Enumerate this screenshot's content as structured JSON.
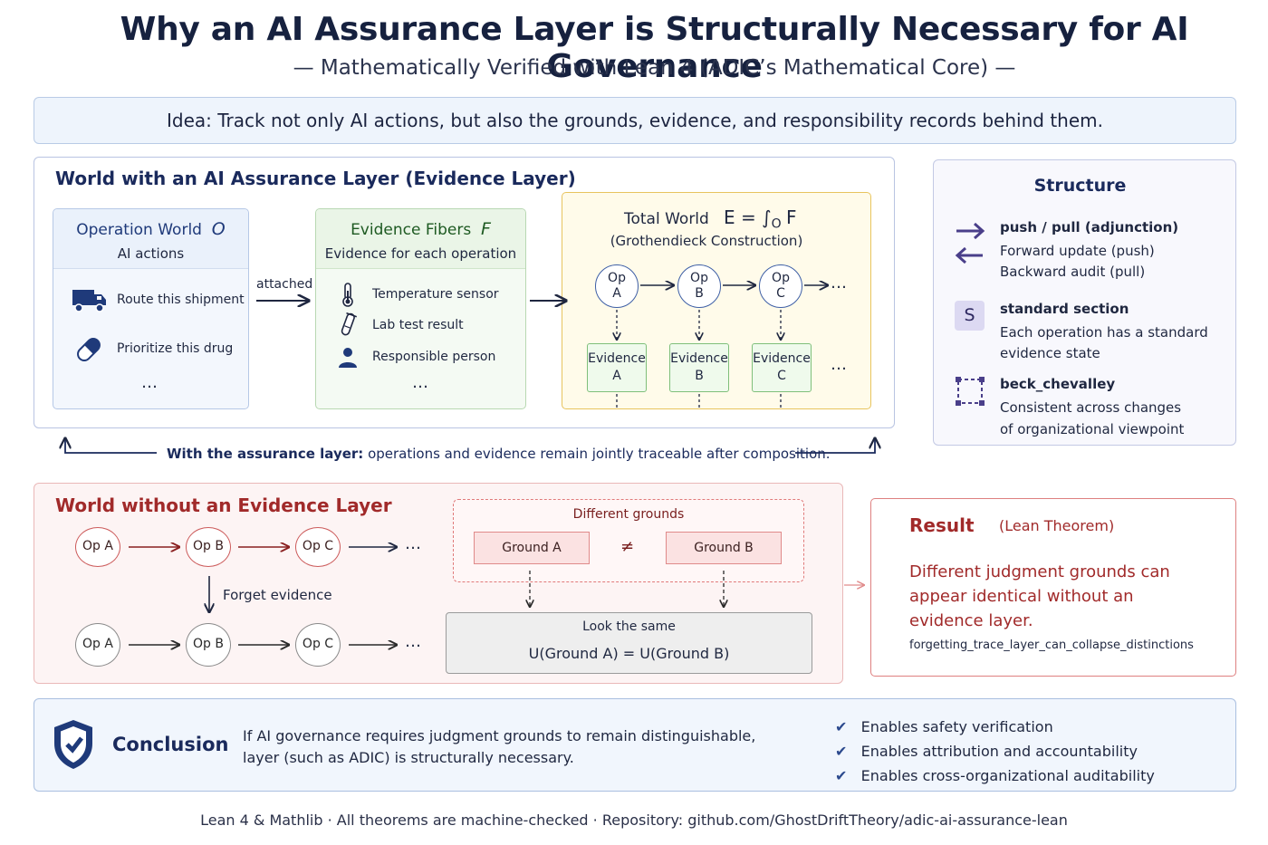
{
  "header": {
    "title": "Why an AI Assurance Layer is Structurally  Necessary for AI Governance",
    "subtitle": "— Mathematically Verified with Lean 4 (ADIC’s Mathematical Core) —"
  },
  "idea": "Idea:  Track not only AI actions, but also the grounds, evidence, and responsibility records behind them.",
  "with_layer": {
    "title": "World with an AI Assurance Layer (Evidence Layer)",
    "operation_world": {
      "title": "Operation World",
      "symbol": "O",
      "subtitle": "AI actions",
      "items": [
        "Route this shipment",
        "Prioritize this drug"
      ],
      "ellipsis": "…"
    },
    "attached_label": "attached",
    "evidence_fibers": {
      "title": "Evidence Fibers",
      "symbol": "F",
      "subtitle": "Evidence for each operation",
      "items": [
        "Temperature sensor",
        "Lab test result",
        "Responsible person"
      ],
      "ellipsis": "…"
    },
    "total_world": {
      "title": "Total World",
      "formula": "E = ∫",
      "formula_sub": "O",
      "formula_end": "F",
      "subtitle": "(Grothendieck Construction)",
      "ops": [
        {
          "line1": "Op",
          "line2": "A"
        },
        {
          "line1": "Op",
          "line2": "B"
        },
        {
          "line1": "Op",
          "line2": "C"
        }
      ],
      "evidence": [
        {
          "line1": "Evidence",
          "line2": "A"
        },
        {
          "line1": "Evidence",
          "line2": "B"
        },
        {
          "line1": "Evidence",
          "line2": "C"
        }
      ],
      "ellipsis_ops": "…",
      "ellipsis_ev": "…"
    },
    "traceable_note_bold": "With the assurance layer:",
    "traceable_note": " operations and evidence remain jointly traceable after composition."
  },
  "structure": {
    "title": "Structure",
    "items": [
      {
        "title": "push / pull (adjunction)",
        "lines": [
          "Forward update (push)",
          "Backward audit (pull)"
        ]
      },
      {
        "badge": "S",
        "title": "standard section",
        "lines": [
          "Each operation has a standard",
          "evidence state"
        ]
      },
      {
        "title": "beck_chevalley",
        "lines": [
          "Consistent across changes",
          "of organizational viewpoint"
        ]
      }
    ]
  },
  "without_layer": {
    "title": "World without an Evidence Layer",
    "top_ops": [
      "Op A",
      "Op B",
      "Op C"
    ],
    "bottom_ops": [
      "Op A",
      "Op B",
      "Op C"
    ],
    "ellipsis": "…",
    "forget_label": "Forget evidence",
    "different_grounds": "Different grounds",
    "ground_a": "Ground A",
    "not_equal": "≠",
    "ground_b": "Ground B",
    "look_same": "Look the same",
    "equation": "U(Ground A)  =  U(Ground B)"
  },
  "result": {
    "title": "Result",
    "subtitle": "(Lean Theorem)",
    "statement": [
      "Different judgment grounds can",
      "appear identical without an",
      "evidence layer."
    ],
    "theorem": "forgetting_trace_layer_can_collapse_distinctions"
  },
  "conclusion": {
    "title": "Conclusion",
    "text": [
      "If AI governance requires judgment grounds to remain distinguishable,",
      "layer (such as ADIC) is structurally necessary."
    ],
    "checks": [
      "Enables safety verification",
      "Enables attribution and accountability",
      "Enables cross-organizational auditability"
    ]
  },
  "footer": "Lean 4 & Mathlib   ·   All theorems are machine-checked   ·   Repository:  github.com/GhostDriftTheory/adic-ai-assurance-lean",
  "colors": {
    "navy": "#16213f",
    "blue_accent": "#3e5fa6",
    "green_box": "#f4faf3",
    "yellow_box": "#fffbea",
    "red_accent": "#a12a2a",
    "purple_accent": "#4a3f8a"
  }
}
